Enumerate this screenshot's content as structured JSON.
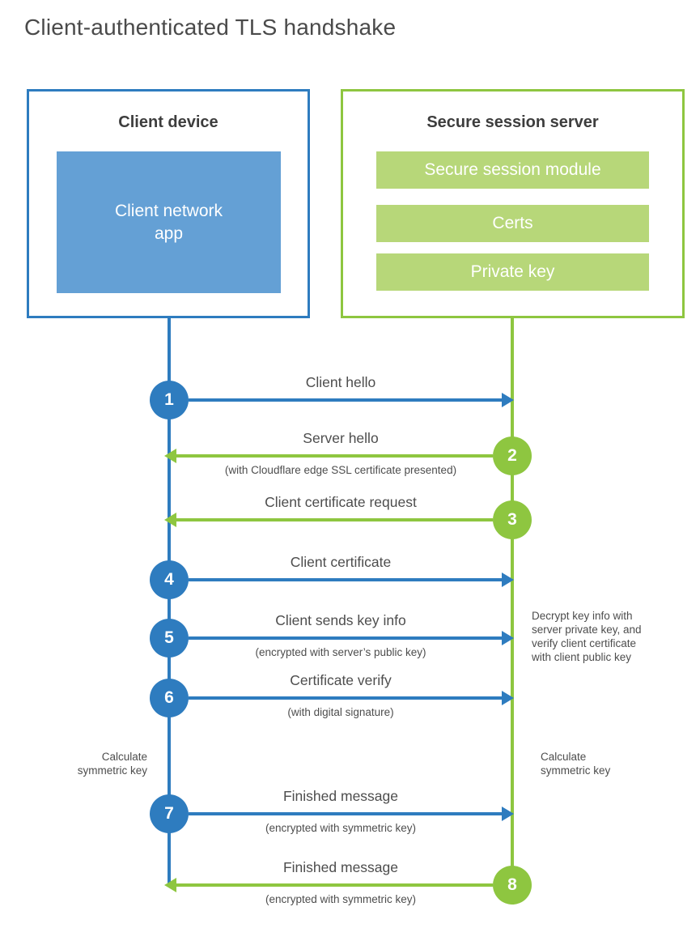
{
  "title": "Client-authenticated TLS handshake",
  "colors": {
    "blue": "#2e7cbf",
    "blue_fill": "#64a0d5",
    "green": "#8ec640",
    "green_fill": "#b7d779"
  },
  "client_box": {
    "title": "Client device",
    "app": "Client network\napp"
  },
  "server_box": {
    "title": "Secure session server",
    "bars": [
      "Secure session module",
      "Certs",
      "Private key"
    ]
  },
  "steps": [
    {
      "num": "1",
      "label": "Client hello",
      "sub": "",
      "direction": "right",
      "from": "client"
    },
    {
      "num": "2",
      "label": "Server hello",
      "sub": "(with Cloudflare edge SSL certificate presented)",
      "direction": "left",
      "from": "server"
    },
    {
      "num": "3",
      "label": "Client certificate request",
      "sub": "",
      "direction": "left",
      "from": "server"
    },
    {
      "num": "4",
      "label": "Client certificate",
      "sub": "",
      "direction": "right",
      "from": "client"
    },
    {
      "num": "5",
      "label": "Client sends key info",
      "sub": "(encrypted with server’s public key)",
      "direction": "right",
      "from": "client"
    },
    {
      "num": "6",
      "label": "Certificate verify",
      "sub": "(with digital signature)",
      "direction": "right",
      "from": "client"
    },
    {
      "num": "7",
      "label": "Finished message",
      "sub": "(encrypted with symmetric key)",
      "direction": "right",
      "from": "client"
    },
    {
      "num": "8",
      "label": "Finished message",
      "sub": "(encrypted with symmetric key)",
      "direction": "left",
      "from": "server"
    }
  ],
  "annotations": {
    "decrypt_note": "Decrypt key info with\nserver private key, and\nverify client certificate\nwith client public key",
    "calculate_left": "Calculate\nsymmetric key",
    "calculate_right": "Calculate\nsymmetric key"
  }
}
